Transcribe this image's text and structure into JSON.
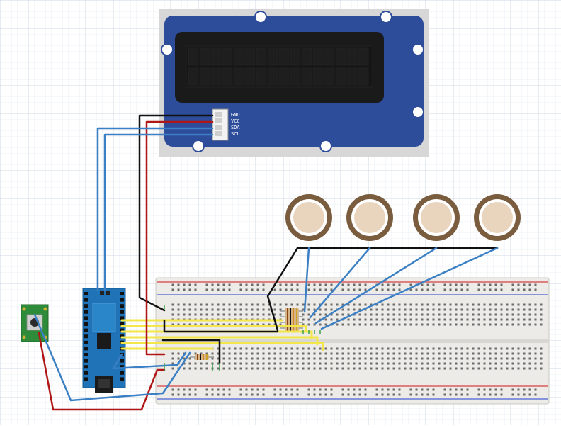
{
  "lcd": {
    "pins": [
      "GND",
      "VCC",
      "SDA",
      "SCL"
    ]
  },
  "colors": {
    "grid_minor": "#e6ebf3",
    "grid_major": "#cfd8e6",
    "lcd_pcb": "#2d4c9a",
    "lcd_frame": "#d7d7d7",
    "lcd_screen": "#1a1a1a",
    "wire_blue": "#3b7fc4",
    "wire_red": "#b01616",
    "wire_black": "#111111",
    "wire_yellow": "#f2e64a",
    "breadboard": "#ecebe7",
    "rail_red": "#d94040",
    "rail_blue": "#4a5fd4",
    "arduino": "#1f73b6",
    "button_pcb": "#2e8b3a",
    "pot_ring": "#7a5c3e",
    "pot_face": "#e9d4bd",
    "resistor_body": "#d6b48a"
  },
  "icons": {
    "lcd": "lcd-display-icon",
    "arduino": "arduino-nano-icon",
    "button": "push-button-icon",
    "pot": "potentiometer-icon",
    "resistor": "resistor-icon"
  }
}
